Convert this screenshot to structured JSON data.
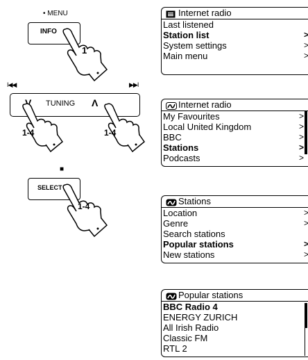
{
  "controls": {
    "menu_label": "• MENU",
    "info_label": "INFO",
    "step_info": "1",
    "prev_symbol": "I◀◀",
    "next_symbol": "▶▶I",
    "tuning_down": "V",
    "tuning_label": "TUNING",
    "tuning_up": "Λ",
    "step_tuning_left": "1-4",
    "step_tuning_right": "1-4",
    "stop_symbol": "■",
    "select_label": "SELECT",
    "step_select": "1-4"
  },
  "screens": [
    {
      "header_icon": "radio-display-icon",
      "title": "Internet radio",
      "rows": [
        {
          "label": "Last listened",
          "arrow": "",
          "bold": false
        },
        {
          "label": "Station list",
          "arrow": ">",
          "bold": true
        },
        {
          "label": "System settings",
          "arrow": ">",
          "bold": false
        },
        {
          "label": "Main menu",
          "arrow": ">",
          "bold": false
        }
      ]
    },
    {
      "header_icon": "radio-wave-icon",
      "title": "Internet radio",
      "rows": [
        {
          "label": "My Favourites",
          "arrow": ">",
          "bold": false
        },
        {
          "label": "Local United Kingdom",
          "arrow": ">",
          "bold": false
        },
        {
          "label": "BBC",
          "arrow": ">",
          "bold": false
        },
        {
          "label": "Stations",
          "arrow": ">",
          "bold": true
        },
        {
          "label": "Podcasts",
          "arrow": ">",
          "bold": false
        }
      ]
    },
    {
      "header_icon": "radio-wave-icon",
      "title": "Stations",
      "rows": [
        {
          "label": "Location",
          "arrow": ">",
          "bold": false
        },
        {
          "label": "Genre",
          "arrow": ">",
          "bold": false
        },
        {
          "label": "Search stations",
          "arrow": "",
          "bold": false
        },
        {
          "label": "Popular stations",
          "arrow": ">",
          "bold": true
        },
        {
          "label": "New stations",
          "arrow": ">",
          "bold": false
        }
      ]
    },
    {
      "header_icon": "radio-wave-icon",
      "title": "Popular stations",
      "rows": [
        {
          "label": "BBC Radio 4",
          "arrow": "",
          "bold": true
        },
        {
          "label": "ENERGY ZURICH",
          "arrow": "",
          "bold": false
        },
        {
          "label": "All Irish Radio",
          "arrow": "",
          "bold": false
        },
        {
          "label": "Classic FM",
          "arrow": "",
          "bold": false
        },
        {
          "label": "RTL 2",
          "arrow": "",
          "bold": false
        }
      ]
    }
  ]
}
